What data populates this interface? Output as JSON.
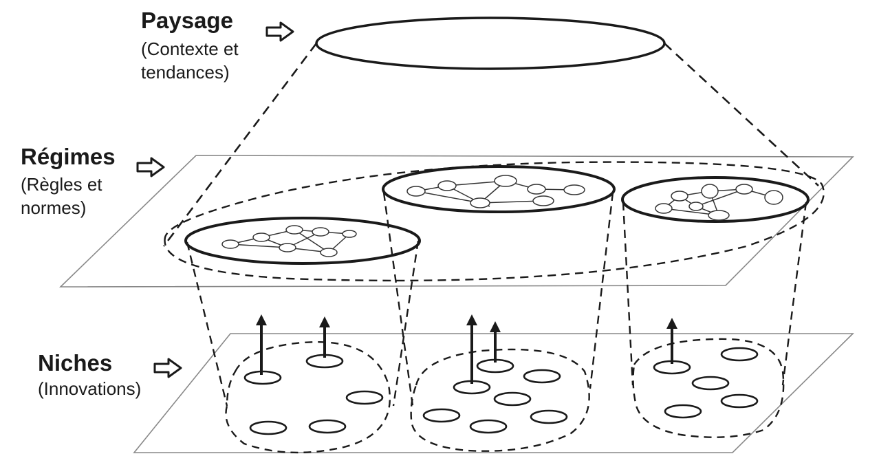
{
  "labels": {
    "paysage": {
      "title": "Paysage",
      "sub1": "(Contexte et",
      "sub2": "tendances)"
    },
    "regimes": {
      "title": "Régimes",
      "sub1": "(Règles et",
      "sub2": "normes)"
    },
    "niches": {
      "title": "Niches",
      "sub1": "(Innovations)"
    }
  },
  "colors": {
    "ink": "#1a1a1a",
    "plane": "#888888",
    "background": "#ffffff"
  },
  "icons": {
    "level_pointer": "right-arrow-icon",
    "innovation_flow": "up-arrow-icon"
  }
}
